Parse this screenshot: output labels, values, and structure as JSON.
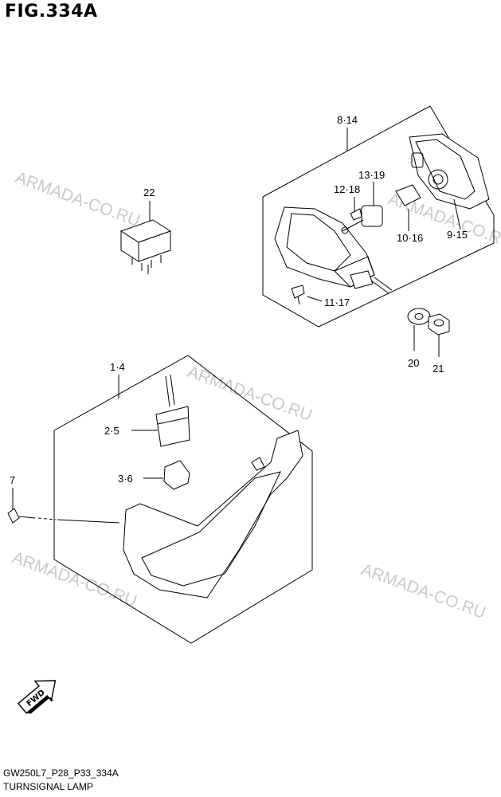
{
  "figure": {
    "title": "FIG.334A"
  },
  "footer": {
    "code": "GW250L7_P28_P33_334A",
    "name": "TURNSIGNAL LAMP"
  },
  "watermark": {
    "text": "ARMADA-CO.RU"
  },
  "fwd": {
    "label": "FWD"
  },
  "parts": [
    {
      "ref": "22"
    },
    {
      "ref": "8·14"
    },
    {
      "ref": "13·19"
    },
    {
      "ref": "12·18"
    },
    {
      "ref": "10·16"
    },
    {
      "ref": "9·15"
    },
    {
      "ref": "11·17"
    },
    {
      "ref": "20"
    },
    {
      "ref": "21"
    },
    {
      "ref": "1·4"
    },
    {
      "ref": "2·5"
    },
    {
      "ref": "3·6"
    },
    {
      "ref": "7"
    }
  ]
}
